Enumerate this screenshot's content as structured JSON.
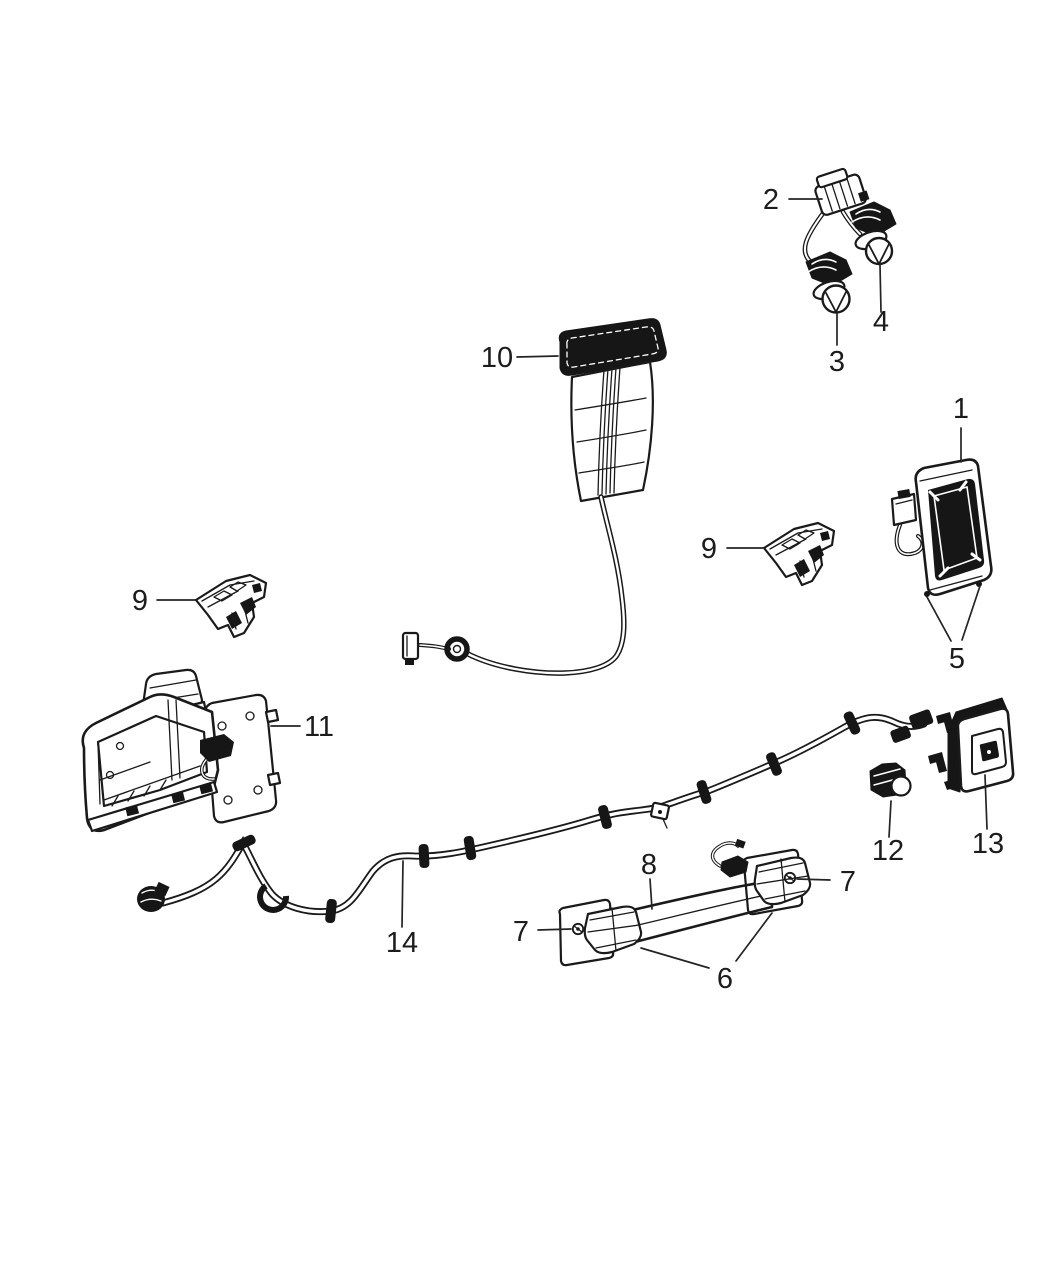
{
  "diagram": {
    "background_color": "#ffffff",
    "line_color": "#1a1a1a",
    "callouts": [
      {
        "label": "1"
      },
      {
        "label": "2"
      },
      {
        "label": "3"
      },
      {
        "label": "4"
      },
      {
        "label": "5"
      },
      {
        "label": "6"
      },
      {
        "label": "7"
      },
      {
        "label": "7"
      },
      {
        "label": "8"
      },
      {
        "label": "9"
      },
      {
        "label": "9"
      },
      {
        "label": "10"
      },
      {
        "label": "11"
      },
      {
        "label": "12"
      },
      {
        "label": "13"
      },
      {
        "label": "14"
      }
    ]
  }
}
